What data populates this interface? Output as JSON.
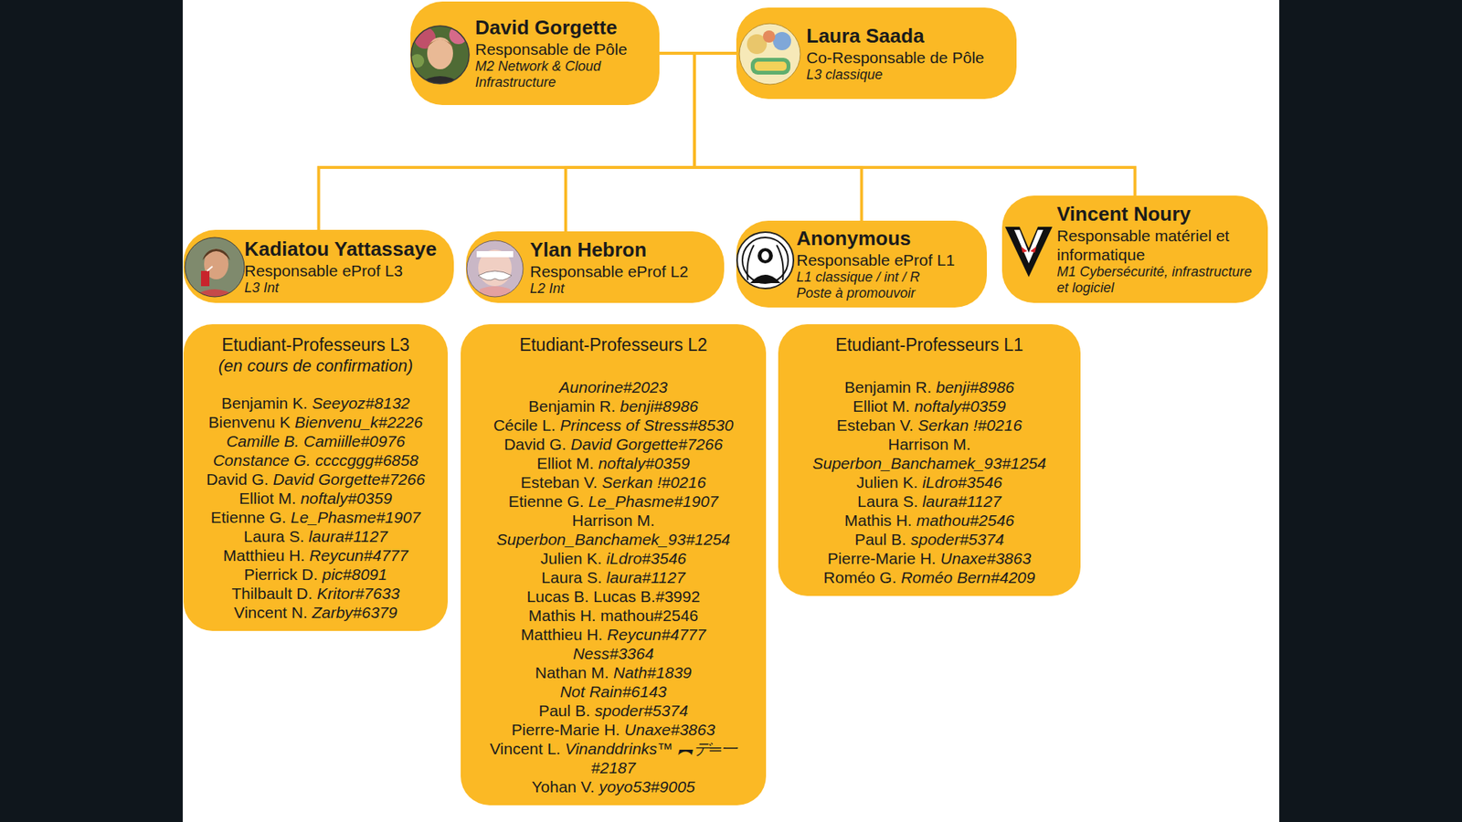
{
  "diagram": {
    "nodes": [
      {
        "text": [
          "David Gorgette",
          "Responsable de Pôle",
          "M2 Network & Cloud Infrastructure"
        ]
      },
      {
        "text": [
          "Laura Saada",
          "Co-Responsable de Pôle",
          "L3 classique"
        ]
      },
      {
        "text": [
          "Kadiatou Yattassaye",
          "Responsable eProf L3",
          "L3 Int"
        ]
      },
      {
        "text": [
          "Ylan Hebron",
          "Responsable eProf L2",
          "L2 Int"
        ]
      },
      {
        "text": [
          "Anonymous",
          "Responsable eProf L1",
          "L1 classique / int / R",
          "Poste à promouvoir"
        ]
      },
      {
        "text": [
          "Vincent Noury",
          "Responsable matériel et informatique",
          "M1 Cybersécurité, infrastructure et logiciel"
        ]
      },
      {
        "text": [
          "Etudiant-Professeurs L3",
          "(en cours de confirmation)",
          "Benjamin K.",
          "Seeyoz#8132",
          "Bienvenu K",
          "Bienvenu_k#2226",
          "Camille B.",
          "Camiille#0976",
          "Constance G.",
          "ccccggg#6858",
          "David G.",
          "David Gorgette#7266",
          "Elliot M.",
          "noftaly#0359",
          "Etienne G.",
          "Le_Phasme#1907",
          "Laura S.",
          "laura#1127",
          "Matthieu H.",
          "Reycun#4777",
          "Pierrick D.",
          "pic#8091",
          "Thilbault D.",
          "Kritor#7633",
          "Vincent N.",
          "Zarby#6379"
        ]
      },
      {
        "text": [
          "Etudiant-Professeurs L2",
          "Aunorine#2023",
          "Benjamin R.",
          "benji#8986",
          "Cécile L.",
          "Princess of Stress#8530",
          "David G.",
          "David Gorgette#7266",
          "Elliot M.",
          "noftaly#0359",
          "Esteban V.",
          "Serkan !#0216",
          "Etienne G.",
          "Le_Phasme#1907",
          "Harrison M.",
          "Superbon_Banchamek_93#1254",
          "Julien K.",
          "iLdro#3546",
          "Laura S.",
          "laura#1127",
          "Lucas B.",
          "Lucas B.#3992",
          "Mathis H.",
          "mathou#2546",
          "Matthieu H.",
          "Reycun#4777",
          "Ness#3364",
          "Nathan M.",
          "Nath#1839",
          "Not Rain#6143",
          "Paul B.",
          "spoder#5374",
          "Pierre-Marie H.",
          "Unaxe#3863",
          "Vincent L.",
          "Vinanddrinks™ ︻デ═一 #2187",
          "Yohan V.",
          "yoyo53#9005"
        ]
      },
      {
        "text": [
          "Etudiant-Professeurs L1",
          "Benjamin R.",
          "benji#8986",
          "Elliot M.",
          "noftaly#0359",
          "Esteban V.",
          "Serkan !#0216",
          "Harrison M.",
          "Superbon_Banchamek_93#1254",
          "Julien K.",
          "iLdro#3546",
          "Laura S.",
          "laura#1127",
          "Mathis H.",
          "mathou#2546",
          "Paul B.",
          "spoder#5374",
          "Pierre-Marie H.",
          "Unaxe#3863",
          "Roméo G.",
          "Roméo Bern#4209"
        ]
      }
    ],
    "edges": [
      {
        "from": 0,
        "to": 2,
        "arrow": "none"
      },
      {
        "from": 0,
        "to": 3,
        "arrow": "none"
      },
      {
        "from": 0,
        "to": 4,
        "arrow": "none"
      },
      {
        "from": 0,
        "to": 5,
        "arrow": "none"
      },
      {
        "from": 1,
        "to": 2,
        "arrow": "none"
      },
      {
        "from": 1,
        "to": 3,
        "arrow": "none"
      },
      {
        "from": 1,
        "to": 4,
        "arrow": "none"
      },
      {
        "from": 1,
        "to": 5,
        "arrow": "none"
      }
    ]
  }
}
